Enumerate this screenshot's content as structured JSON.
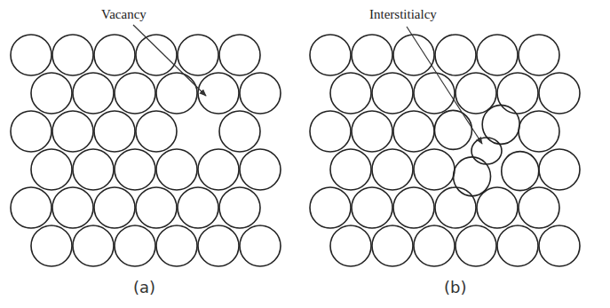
{
  "diagram": {
    "labels": [
      "Vacancy",
      "Interstitialcy",
      "(a)",
      "(b)"
    ]
  }
}
